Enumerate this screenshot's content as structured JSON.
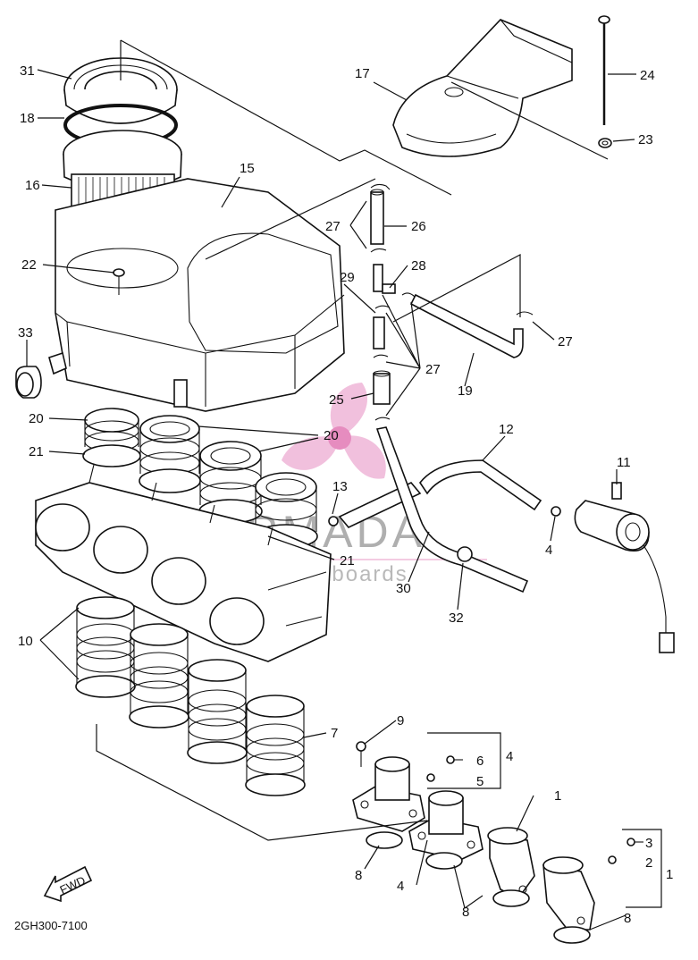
{
  "callouts": {
    "c31": "31",
    "c18": "18",
    "c16": "16",
    "c15": "15",
    "c22": "22",
    "c33": "33",
    "c20a": "20",
    "c21a": "21",
    "c20b": "20",
    "c21b": "21",
    "c10": "10",
    "c7": "7",
    "c17": "17",
    "c24": "24",
    "c23": "23",
    "c27a": "27",
    "c26": "26",
    "c28": "28",
    "c29": "29",
    "c27b": "27",
    "c27c": "27",
    "c19": "19",
    "c25": "25",
    "c12": "12",
    "c13": "13",
    "c11": "11",
    "c4a": "4",
    "c30": "30",
    "c32": "32",
    "c9": "9",
    "c6": "6",
    "c4b": "4",
    "c5": "5",
    "c1a": "1",
    "c3": "3",
    "c2": "2",
    "c1b": "1",
    "c8a": "8",
    "c4c": "4",
    "c8b": "8",
    "c8c": "8"
  },
  "fwd_label": "FWD",
  "drawing_code": "2GH300-7100",
  "watermark": {
    "brand": "ARMADA",
    "tagline": "marine outboards"
  },
  "colors": {
    "line": "#111111",
    "watermark_pink": "#e070b0",
    "watermark_gray": "#7a7a7a"
  }
}
